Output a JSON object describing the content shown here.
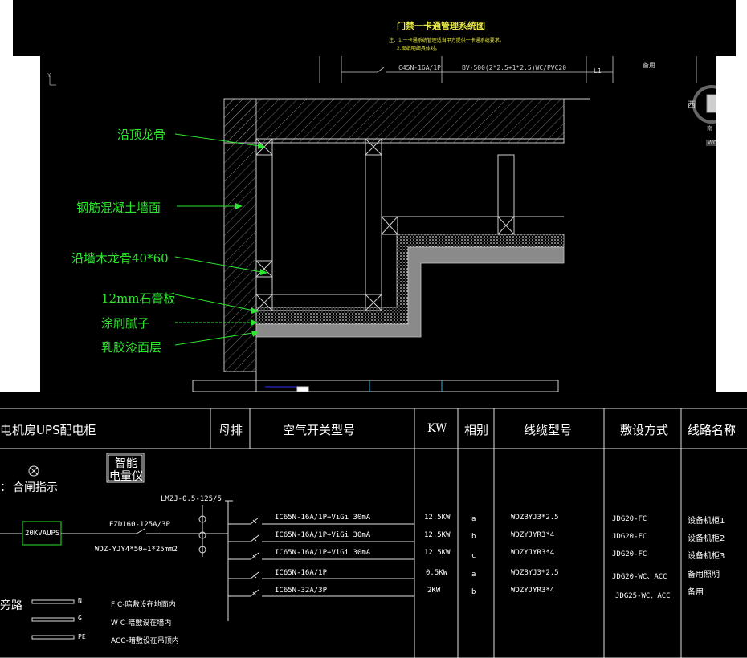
{
  "top_sheet": {
    "title": "门禁一卡通管理系统图",
    "note_line1": "注：1.一卡通系统管理适当甲方提供一卡通系统要求。",
    "note_line2": "2.图纸明细具体对。",
    "circuit_breaker": "C45N-16A/1P",
    "circuit_cable": "BV-500(2*2.5+1*2.5)WC/PVC20",
    "circuit_line": "L1",
    "circuit_use": "备用"
  },
  "cad_viewport": {
    "view_cube_label": "西",
    "view_cube_face": "南",
    "wcs_badge": "WC",
    "axis_label": "Y"
  },
  "wall_detail": {
    "labels": [
      "沿顶龙骨",
      "钢筋混凝土墙面",
      "沿墙木龙骨40*60",
      "12mm石膏板",
      "涂刷腻子",
      "乳胶漆面层"
    ]
  },
  "ups_panel": {
    "headers": {
      "panel": "电机房UPS配电柜",
      "busbar": "母排",
      "breaker": "空气开关型号",
      "kw": "KW",
      "phase": "相别",
      "cable": "线缆型号",
      "laying": "敷设方式",
      "circuit": "线路名称"
    },
    "meter_line1": "智能",
    "meter_line2": "电量仪",
    "close_indicator": "合闸指示",
    "indicator_prefix": "：",
    "ups_box": "20KVAUPS",
    "main_breaker": "EZD160-125A/3P",
    "main_cable": "WDZ-YJY4*50+1*25mm2",
    "ct_model": "LMZJ-0.5-125/5",
    "bypass": "旁路",
    "rows": [
      {
        "breaker": "IC65N-16A/1P+ViGi 30mA",
        "kw": "12.5KW",
        "phase": "a",
        "cable": "WDZBYJ3*2.5",
        "laying": "JDG20-FC",
        "name": "设备机柜1"
      },
      {
        "breaker": "IC65N-16A/1P+ViGi 30mA",
        "kw": "12.5KW",
        "phase": "b",
        "cable": "WDZYJYR3*4",
        "laying": "JDG20-FC",
        "name": "设备机柜2"
      },
      {
        "breaker": "IC65N-16A/1P+ViGi 30mA",
        "kw": "12.5KW",
        "phase": "c",
        "cable": "WDZYJYR3*4",
        "laying": "JDG20-FC",
        "name": "设备机柜3"
      },
      {
        "breaker": "IC65N-16A/1P",
        "kw": "0.5KW",
        "phase": "a",
        "cable": "WDZBYJ3*2.5",
        "laying": "JDG20-WC、ACC",
        "name": "备用照明"
      },
      {
        "breaker": "IC65N-32A/3P",
        "kw": "2KW",
        "phase": "b",
        "cable": "WDZYJYR3*4",
        "laying": "JDG25-WC、ACC",
        "name": "备用"
      }
    ],
    "legend": [
      {
        "symbol": "N",
        "text": "F C-暗敷设在地面内"
      },
      {
        "symbol": "G",
        "text": "W C-暗敷设在墙内"
      },
      {
        "symbol": "PE",
        "text": "ACC-暗敷设在吊顶内"
      }
    ]
  }
}
